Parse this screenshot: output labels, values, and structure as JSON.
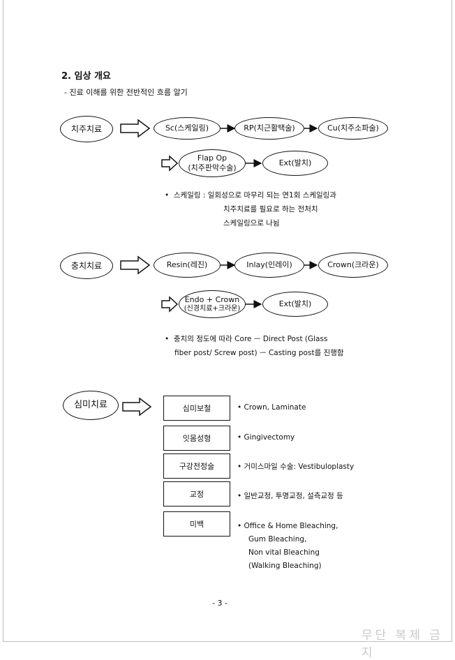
{
  "section": {
    "title": "2. 임상 개요",
    "subtitle": "- 진료 이해를 위한 전반적인 흐름 알기"
  },
  "perio": {
    "label": "치주치료",
    "row1": [
      "Sc(스케일링)",
      "RP(치근활택술)",
      "Cu(치주소파술)"
    ],
    "flap_line1": "Flap Op",
    "flap_line2": "(치주판막수술)",
    "ext": "Ext(발치)",
    "note_bullet": "•",
    "note_line1": "스케일링 : 일회성으로 마무리 되는 연1회 스케일링과",
    "note_line2": "치주치료를 필요로 하는 전처치",
    "note_line3": "스케일링으로 나뉨"
  },
  "caries": {
    "label": "충치치료",
    "row1": [
      "Resin(레진)",
      "Inlay(인레이)",
      "Crown(크라운)"
    ],
    "endo_line1": "Endo + Crown",
    "endo_line2": "(신경치료+크라운)",
    "ext": "Ext(발치)",
    "note_bullet": "•",
    "note_line1": "충치의 정도에 따라 Core ㅡ Direct Post (Glass",
    "note_line2": "fiber post/ Screw post) ㅡ Casting post를 진행함"
  },
  "esthetic": {
    "label": "심미치료",
    "items": [
      {
        "box": "심미보철",
        "desc": [
          "Crown, Laminate"
        ]
      },
      {
        "box": "잇몸성형",
        "desc": [
          "Gingivectomy"
        ]
      },
      {
        "box": "구강전정술",
        "desc": [
          "거미스마일 수술: Vestibuloplasty"
        ]
      },
      {
        "box": "교정",
        "desc": [
          "일반교정, 투명교정, 설측교정 등"
        ]
      },
      {
        "box": "미백",
        "desc": [
          "Office & Home Bleaching,",
          "Gum Bleaching,",
          "Non vital Bleaching",
          "(Walking Bleaching)"
        ]
      }
    ],
    "bullet": "•"
  },
  "footer": {
    "page_number": "- 3 -",
    "watermark": "무단 복제 금지"
  }
}
